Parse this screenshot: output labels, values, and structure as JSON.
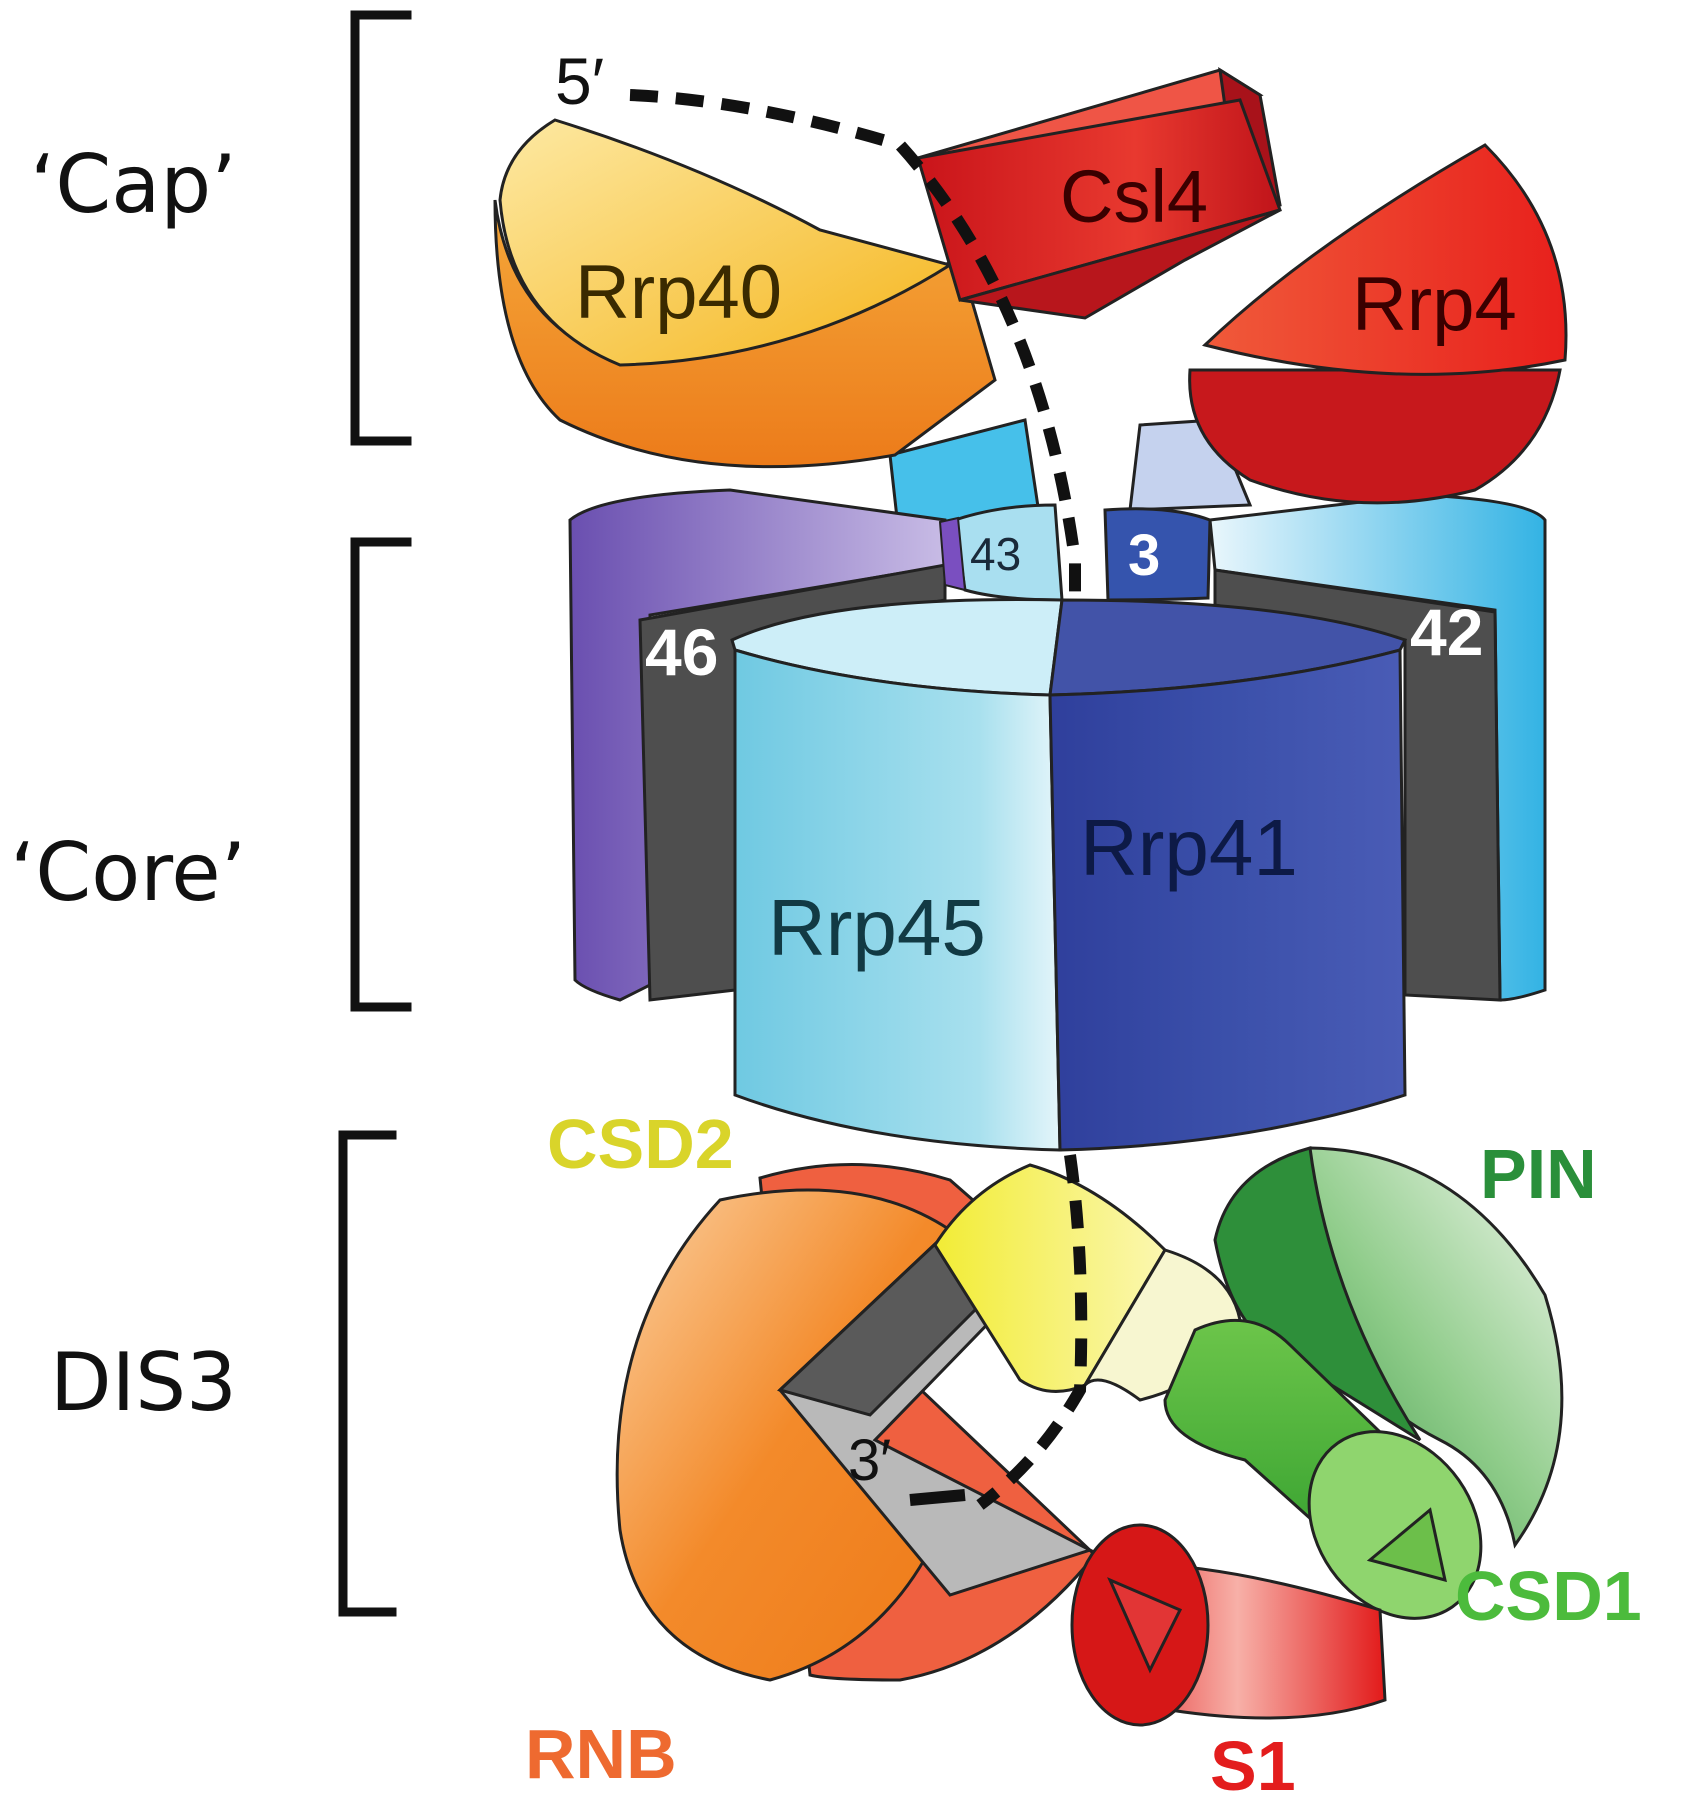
{
  "sections": {
    "cap": "‘Cap’",
    "core": "‘Core’",
    "dis3": "DIS3"
  },
  "rna_ends": {
    "five_prime": "5′",
    "three_prime": "3′"
  },
  "cap_subunits": {
    "csl4": "Csl4",
    "rrp40": "Rrp40",
    "rrp4": "Rrp4"
  },
  "core_subunits": {
    "rrp45": "Rrp45",
    "rrp41": "Rrp41",
    "rrp46": "46",
    "rrp42": "42",
    "rrp43": "43",
    "mtr3": "3"
  },
  "dis3_domains": {
    "csd2": "CSD2",
    "pin": "PIN",
    "csd1": "CSD1",
    "rnb": "RNB",
    "s1": "S1"
  },
  "colors": {
    "csl4": "#d42a2a",
    "rrp40": "#f7b733",
    "rrp4": "#e43b2a",
    "rrp45": "#72cfe6",
    "rrp41": "#3a4ea6",
    "rrp46": "#7458b6",
    "rrp42": "#3fb9e6",
    "csd2": "#e9e31f",
    "pin": "#2a8f3a",
    "csd1": "#4cbb3c",
    "rnb": "#f07a22",
    "s1": "#e31d1d",
    "rna": "#111111"
  }
}
